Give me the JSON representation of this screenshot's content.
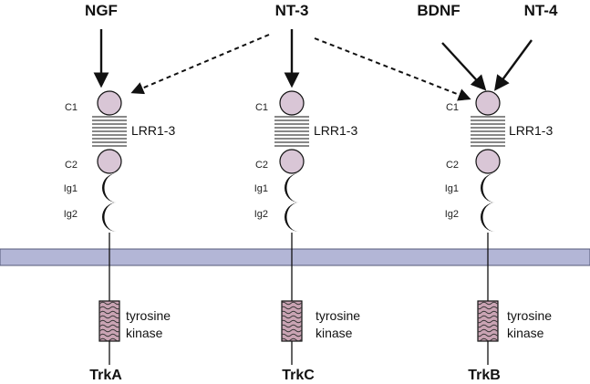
{
  "ligands": {
    "ngf": "NGF",
    "nt3": "NT-3",
    "bdnf": "BDNF",
    "nt4": "NT-4"
  },
  "receptors": [
    {
      "name": "TrkA",
      "c1": "C1",
      "lrr": "LRR1-3",
      "c2": "C2",
      "ig1": "Ig1",
      "ig2": "Ig2",
      "kinase_line1": "tyrosine",
      "kinase_line2": "kinase"
    },
    {
      "name": "TrkC",
      "c1": "C1",
      "lrr": "LRR1-3",
      "c2": "C2",
      "ig1": "Ig1",
      "ig2": "Ig2",
      "kinase_line1": "tyrosine",
      "kinase_line2": "kinase"
    },
    {
      "name": "TrkB",
      "c1": "C1",
      "lrr": "LRR1-3",
      "c2": "C2",
      "ig1": "Ig1",
      "ig2": "Ig2",
      "kinase_line1": "tyrosine",
      "kinase_line2": "kinase"
    }
  ],
  "colors": {
    "cysteine_cluster": "#d9c6d6",
    "membrane": "#b3b6d6",
    "kinase_fill": "#c9a3b3",
    "ig_domain": "#111111"
  }
}
